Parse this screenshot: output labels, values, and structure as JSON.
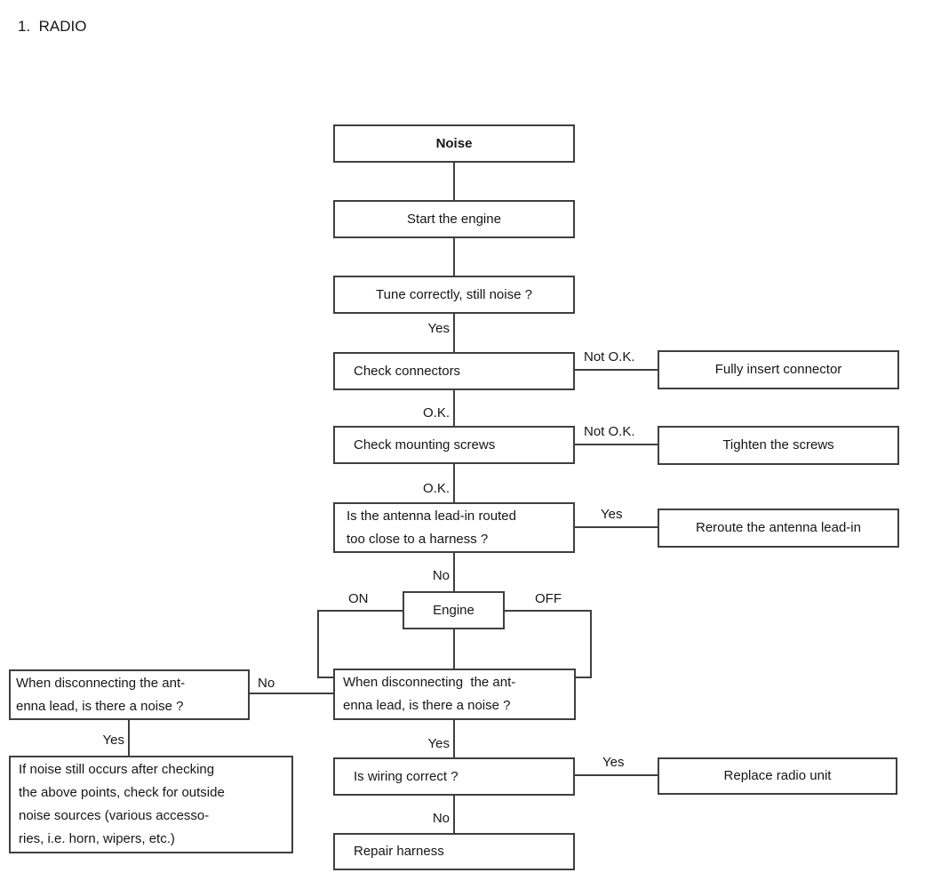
{
  "title": "1.  RADIO",
  "colors": {
    "line": "#3f3f3f",
    "text": "#161616",
    "bg": "#ffffff"
  },
  "labels": {
    "yes": "Yes",
    "no": "No",
    "ok": "O.K.",
    "not_ok": "Not O.K.",
    "on": "ON",
    "off": "OFF"
  },
  "nodes": {
    "noise": "Noise",
    "start_engine": "Start the engine",
    "tune": "Tune correctly, still noise ?",
    "check_connectors": "Check connectors",
    "fully_insert_connector": "Fully insert connector",
    "check_mounting_screws": "Check mounting screws",
    "tighten_screws": "Tighten the screws",
    "antenna_leadin": [
      "Is the antenna lead-in routed",
      "too close to a harness ?"
    ],
    "reroute_leadin": "Reroute the antenna lead-in",
    "engine": "Engine",
    "disconnect_left": [
      "When disconnecting the ant-",
      "enna lead, is there a noise ?"
    ],
    "disconnect_mid": [
      "When disconnecting  the ant-",
      "enna lead, is there a noise ?"
    ],
    "outside_noise": [
      "If noise still occurs after checking",
      "the above points, check for outside",
      "noise sources (various accesso-",
      "ries, i.e. horn, wipers, etc.)"
    ],
    "wiring_correct": "Is wiring correct ?",
    "replace_radio": "Replace radio unit",
    "repair_harness": "Repair harness"
  }
}
